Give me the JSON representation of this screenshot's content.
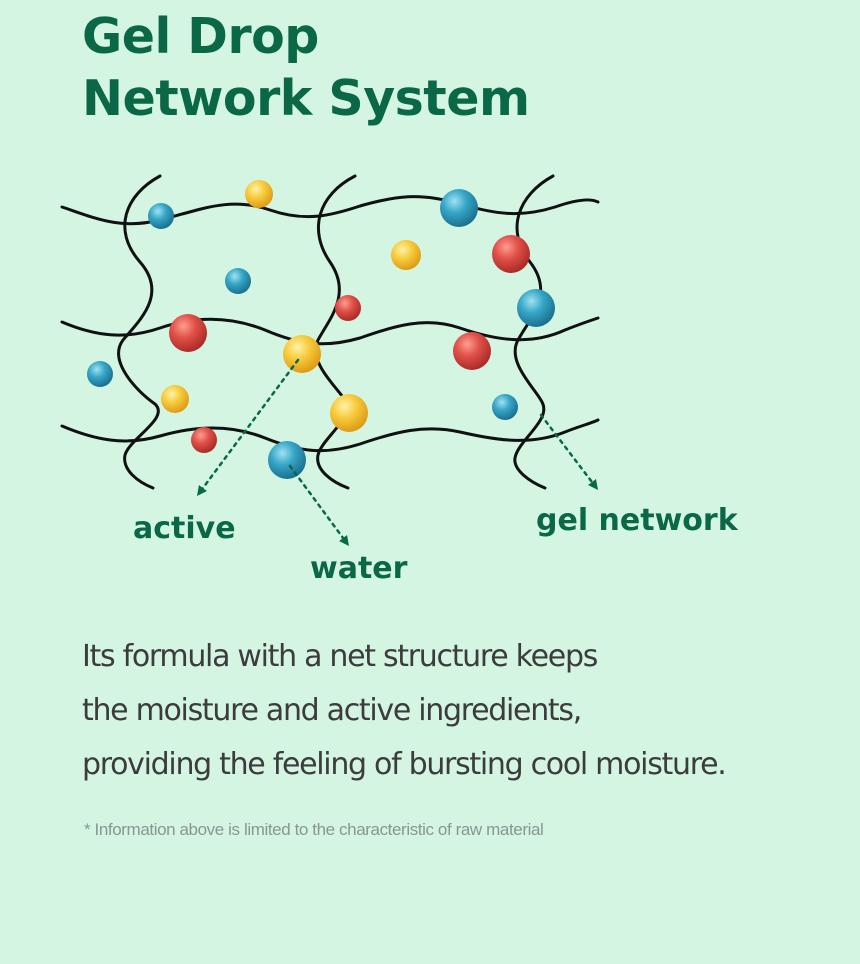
{
  "title": {
    "line1": "Gel Drop",
    "line2": "Network System"
  },
  "diagram": {
    "labels": {
      "active": "active",
      "water": "water",
      "gel_network": "gel network"
    },
    "colors": {
      "line": "#111111",
      "arrow": "#0a6847",
      "blue": "#2f9fc0",
      "yellow": "#f7c93a",
      "red": "#df4d47"
    }
  },
  "description": {
    "line1": "Its formula with a net structure keeps",
    "line2": "the moisture and active ingredients,",
    "line3": "providing the feeling of bursting cool moisture."
  },
  "footnote": "* Information above is limited to the characteristic of raw material"
}
